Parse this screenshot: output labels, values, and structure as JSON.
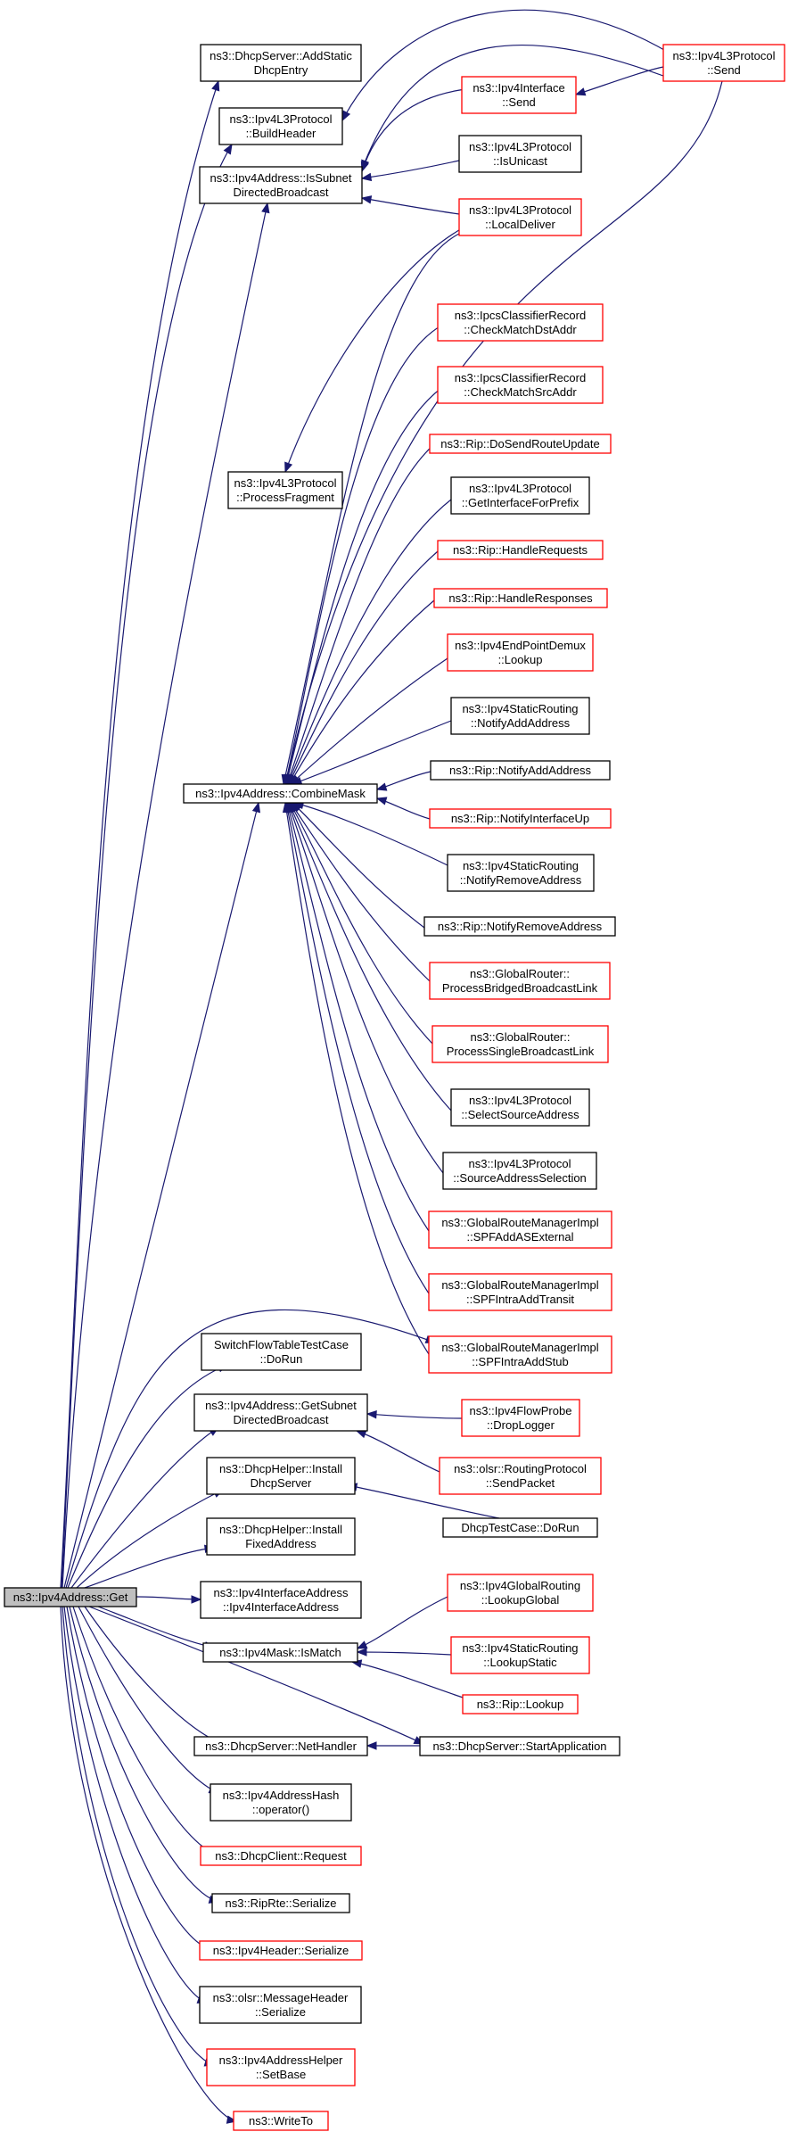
{
  "colors": {
    "edge": "#191970",
    "border_plain": "#000000",
    "border_truncated": "#ff0000",
    "root_fill": "#bfbfbf"
  },
  "nodes": {
    "get": {
      "lines": [
        "ns3::Ipv4Address::Get"
      ],
      "style": "root"
    },
    "addstatic": {
      "lines": [
        "ns3::DhcpServer::AddStatic",
        "DhcpEntry"
      ],
      "style": "black"
    },
    "buildheader": {
      "lines": [
        "ns3::Ipv4L3Protocol",
        "::BuildHeader"
      ],
      "style": "black"
    },
    "issubnet": {
      "lines": [
        "ns3::Ipv4Address::IsSubnet",
        "DirectedBroadcast"
      ],
      "style": "black"
    },
    "l3send": {
      "lines": [
        "ns3::Ipv4L3Protocol",
        "::Send"
      ],
      "style": "red"
    },
    "ifsend": {
      "lines": [
        "ns3::Ipv4Interface",
        "::Send"
      ],
      "style": "red"
    },
    "isunicast": {
      "lines": [
        "ns3::Ipv4L3Protocol",
        "::IsUnicast"
      ],
      "style": "black"
    },
    "localdeliver": {
      "lines": [
        "ns3::Ipv4L3Protocol",
        "::LocalDeliver"
      ],
      "style": "red"
    },
    "checkdst": {
      "lines": [
        "ns3::IpcsClassifierRecord",
        "::CheckMatchDstAddr"
      ],
      "style": "red"
    },
    "checksrc": {
      "lines": [
        "ns3::IpcsClassifierRecord",
        "::CheckMatchSrcAddr"
      ],
      "style": "red"
    },
    "dosend": {
      "lines": [
        "ns3::Rip::DoSendRouteUpdate"
      ],
      "style": "red"
    },
    "procfrag": {
      "lines": [
        "ns3::Ipv4L3Protocol",
        "::ProcessFragment"
      ],
      "style": "black"
    },
    "getiface": {
      "lines": [
        "ns3::Ipv4L3Protocol",
        "::GetInterfaceForPrefix"
      ],
      "style": "black"
    },
    "handlereq": {
      "lines": [
        "ns3::Rip::HandleRequests"
      ],
      "style": "red"
    },
    "handleresp": {
      "lines": [
        "ns3::Rip::HandleResponses"
      ],
      "style": "red"
    },
    "epdemux": {
      "lines": [
        "ns3::Ipv4EndPointDemux",
        "::Lookup"
      ],
      "style": "red"
    },
    "staticadd": {
      "lines": [
        "ns3::Ipv4StaticRouting",
        "::NotifyAddAddress"
      ],
      "style": "black"
    },
    "combinemask": {
      "lines": [
        "ns3::Ipv4Address::CombineMask"
      ],
      "style": "black"
    },
    "ripadd": {
      "lines": [
        "ns3::Rip::NotifyAddAddress"
      ],
      "style": "black"
    },
    "ripifup": {
      "lines": [
        "ns3::Rip::NotifyInterfaceUp"
      ],
      "style": "red"
    },
    "staticremove": {
      "lines": [
        "ns3::Ipv4StaticRouting",
        "::NotifyRemoveAddress"
      ],
      "style": "black"
    },
    "ripremove": {
      "lines": [
        "ns3::Rip::NotifyRemoveAddress"
      ],
      "style": "black"
    },
    "bridged": {
      "lines": [
        "ns3::GlobalRouter::",
        "ProcessBridgedBroadcastLink"
      ],
      "style": "red"
    },
    "single": {
      "lines": [
        "ns3::GlobalRouter::",
        "ProcessSingleBroadcastLink"
      ],
      "style": "red"
    },
    "selectsrc": {
      "lines": [
        "ns3::Ipv4L3Protocol",
        "::SelectSourceAddress"
      ],
      "style": "black"
    },
    "srcsel": {
      "lines": [
        "ns3::Ipv4L3Protocol",
        "::SourceAddressSelection"
      ],
      "style": "black"
    },
    "spfext": {
      "lines": [
        "ns3::GlobalRouteManagerImpl",
        "::SPFAddASExternal"
      ],
      "style": "red"
    },
    "spftransit": {
      "lines": [
        "ns3::GlobalRouteManagerImpl",
        "::SPFIntraAddTransit"
      ],
      "style": "red"
    },
    "spfstub": {
      "lines": [
        "ns3::GlobalRouteManagerImpl",
        "::SPFIntraAddStub"
      ],
      "style": "red"
    },
    "switchflow": {
      "lines": [
        "SwitchFlowTableTestCase",
        "::DoRun"
      ],
      "style": "black"
    },
    "getsubnet": {
      "lines": [
        "ns3::Ipv4Address::GetSubnet",
        "DirectedBroadcast"
      ],
      "style": "black"
    },
    "droplogger": {
      "lines": [
        "ns3::Ipv4FlowProbe",
        "::DropLogger"
      ],
      "style": "red"
    },
    "olsrsend": {
      "lines": [
        "ns3::olsr::RoutingProtocol",
        "::SendPacket"
      ],
      "style": "red"
    },
    "installdhcp": {
      "lines": [
        "ns3::DhcpHelper::Install",
        "DhcpServer"
      ],
      "style": "black"
    },
    "dhcptest": {
      "lines": [
        "DhcpTestCase::DoRun"
      ],
      "style": "black"
    },
    "installfixed": {
      "lines": [
        "ns3::DhcpHelper::Install",
        "FixedAddress"
      ],
      "style": "black"
    },
    "ifaddr": {
      "lines": [
        "ns3::Ipv4InterfaceAddress",
        "::Ipv4InterfaceAddress"
      ],
      "style": "black"
    },
    "lookupglobal": {
      "lines": [
        "ns3::Ipv4GlobalRouting",
        "::LookupGlobal"
      ],
      "style": "red"
    },
    "ismatch": {
      "lines": [
        "ns3::Ipv4Mask::IsMatch"
      ],
      "style": "black"
    },
    "lookupstatic": {
      "lines": [
        "ns3::Ipv4StaticRouting",
        "::LookupStatic"
      ],
      "style": "red"
    },
    "riplookup": {
      "lines": [
        "ns3::Rip::Lookup"
      ],
      "style": "red"
    },
    "nethandler": {
      "lines": [
        "ns3::DhcpServer::NetHandler"
      ],
      "style": "black"
    },
    "startapp": {
      "lines": [
        "ns3::DhcpServer::StartApplication"
      ],
      "style": "black"
    },
    "hashop": {
      "lines": [
        "ns3::Ipv4AddressHash",
        "::operator()"
      ],
      "style": "black"
    },
    "dhcpreq": {
      "lines": [
        "ns3::DhcpClient::Request"
      ],
      "style": "red"
    },
    "riprte": {
      "lines": [
        "ns3::RipRte::Serialize"
      ],
      "style": "black"
    },
    "ipv4hdr": {
      "lines": [
        "ns3::Ipv4Header::Serialize"
      ],
      "style": "red"
    },
    "olsrmsg": {
      "lines": [
        "ns3::olsr::MessageHeader",
        "::Serialize"
      ],
      "style": "black"
    },
    "setbase": {
      "lines": [
        "ns3::Ipv4AddressHelper",
        "::SetBase"
      ],
      "style": "red"
    },
    "writeto": {
      "lines": [
        "ns3::WriteTo"
      ],
      "style": "red"
    }
  }
}
